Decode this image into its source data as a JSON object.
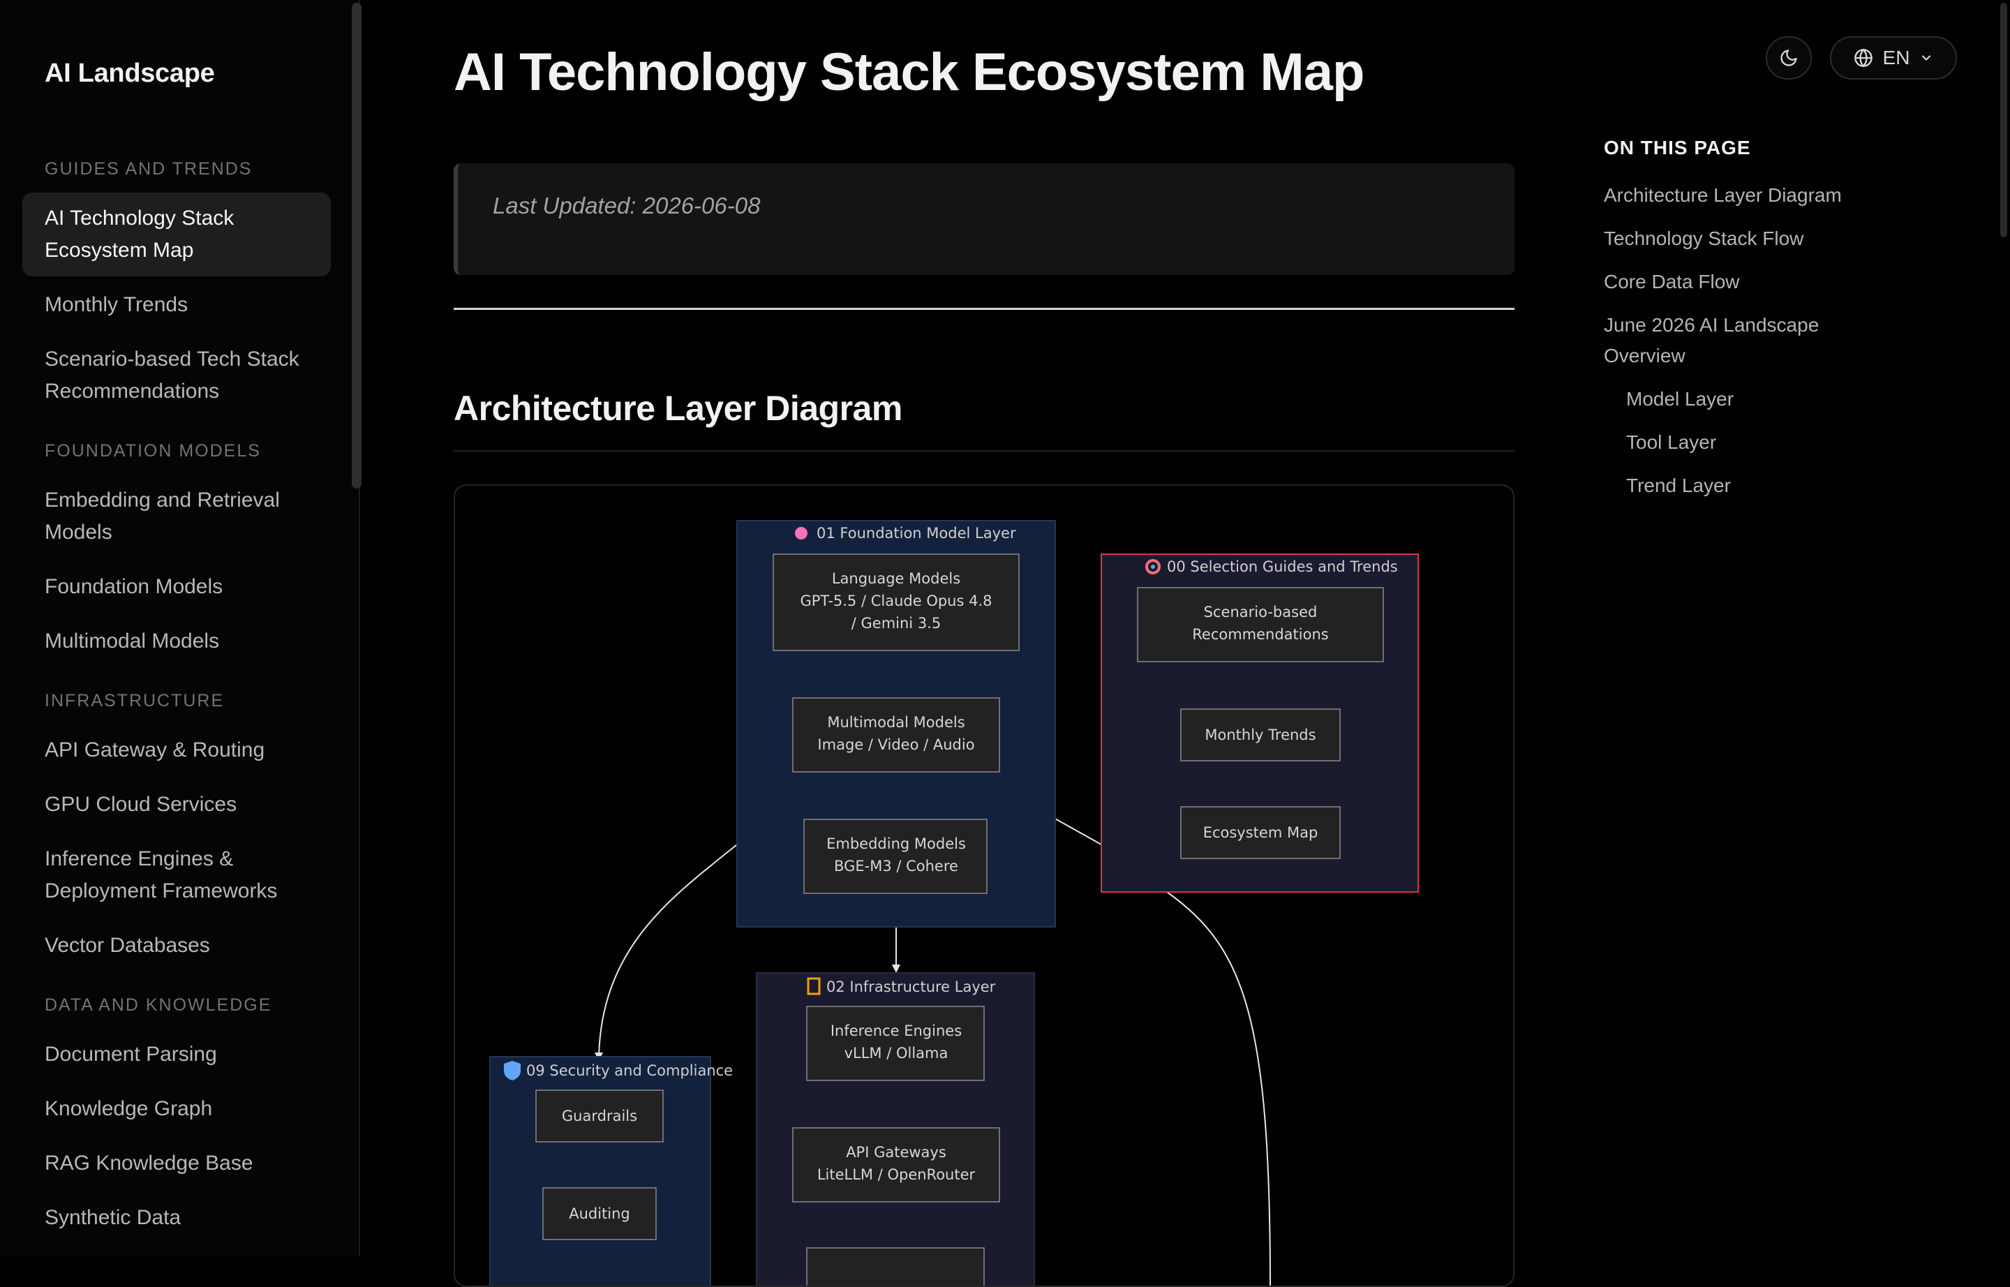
{
  "sidebar": {
    "brand": "AI Landscape",
    "groups": [
      {
        "heading": "GUIDES AND TRENDS",
        "items": [
          "AI Technology Stack Ecosystem Map",
          "Monthly Trends",
          "Scenario-based Tech Stack Recommendations"
        ]
      },
      {
        "heading": "FOUNDATION MODELS",
        "items": [
          "Embedding and Retrieval Models",
          "Foundation Models",
          "Multimodal Models"
        ]
      },
      {
        "heading": "INFRASTRUCTURE",
        "items": [
          "API Gateway & Routing",
          "GPU Cloud Services",
          "Inference Engines & Deployment Frameworks",
          "Vector Databases"
        ]
      },
      {
        "heading": "DATA AND KNOWLEDGE",
        "items": [
          "Document Parsing",
          "Knowledge Graph",
          "RAG Knowledge Base",
          "Synthetic Data"
        ]
      }
    ]
  },
  "header": {
    "language": "EN"
  },
  "main": {
    "title": "AI Technology Stack Ecosystem Map",
    "last_updated": "Last Updated: 2026-06-08",
    "section_title": "Architecture Layer Diagram"
  },
  "diagram": {
    "foundation": {
      "label": "01 Foundation Model Layer",
      "box1": [
        "Language Models",
        "GPT-5.5 / Claude Opus 4.8",
        "/ Gemini 3.5"
      ],
      "box2": [
        "Multimodal Models",
        "Image / Video / Audio"
      ],
      "box3": [
        "Embedding Models",
        "BGE-M3 / Cohere"
      ]
    },
    "selection": {
      "label": "00 Selection Guides and Trends",
      "box1": [
        "Scenario-based",
        "Recommendations"
      ],
      "box2": "Monthly Trends",
      "box3": "Ecosystem Map"
    },
    "infrastructure": {
      "label": "02 Infrastructure Layer",
      "box1": [
        "Inference Engines",
        "vLLM / Ollama"
      ],
      "box2": [
        "API Gateways",
        "LiteLLM / OpenRouter"
      ]
    },
    "security": {
      "label": "09 Security and Compliance",
      "box1": "Guardrails",
      "box2": "Auditing"
    }
  },
  "toc": {
    "heading": "ON THIS PAGE",
    "items": [
      "Architecture Layer Diagram",
      "Technology Stack Flow",
      "Core Data Flow",
      "June 2026 AI Landscape Overview"
    ],
    "subitems": [
      "Model Layer",
      "Tool Layer",
      "Trend Layer"
    ]
  },
  "colors": {
    "foundation_fill": "#14213d",
    "selection_fill": "#1b1b30",
    "selection_stroke": "#d9364a",
    "infra_fill": "#1b1b30",
    "security_fill": "#14213d"
  }
}
